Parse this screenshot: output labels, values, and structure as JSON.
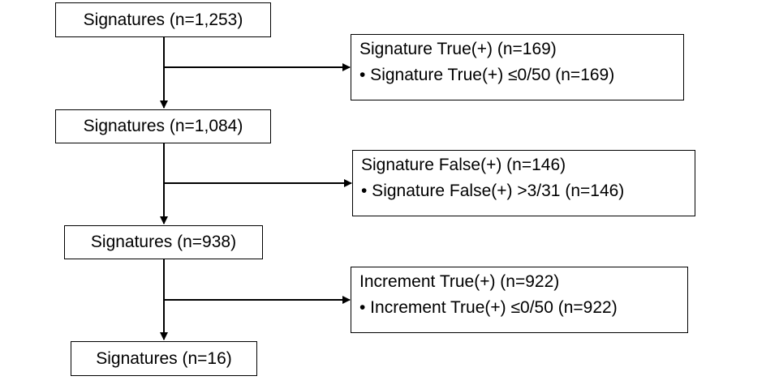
{
  "colors": {
    "stroke": "#000000",
    "background": "#ffffff"
  },
  "flow": {
    "steps": [
      {
        "label": "Signatures (n=1,253)"
      },
      {
        "label": "Signatures (n=1,084)"
      },
      {
        "label": "Signatures (n=938)"
      },
      {
        "label": "Signatures (n=16)"
      }
    ],
    "exclusions": [
      {
        "title": "Signature True(+) (n=169)",
        "detail": "• Signature True(+) ≤0/50 (n=169)"
      },
      {
        "title": "Signature False(+) (n=146)",
        "detail": "• Signature False(+) >3/31 (n=146)"
      },
      {
        "title": "Increment True(+) (n=922)",
        "detail": "• Increment True(+) ≤0/50 (n=922)"
      }
    ]
  }
}
